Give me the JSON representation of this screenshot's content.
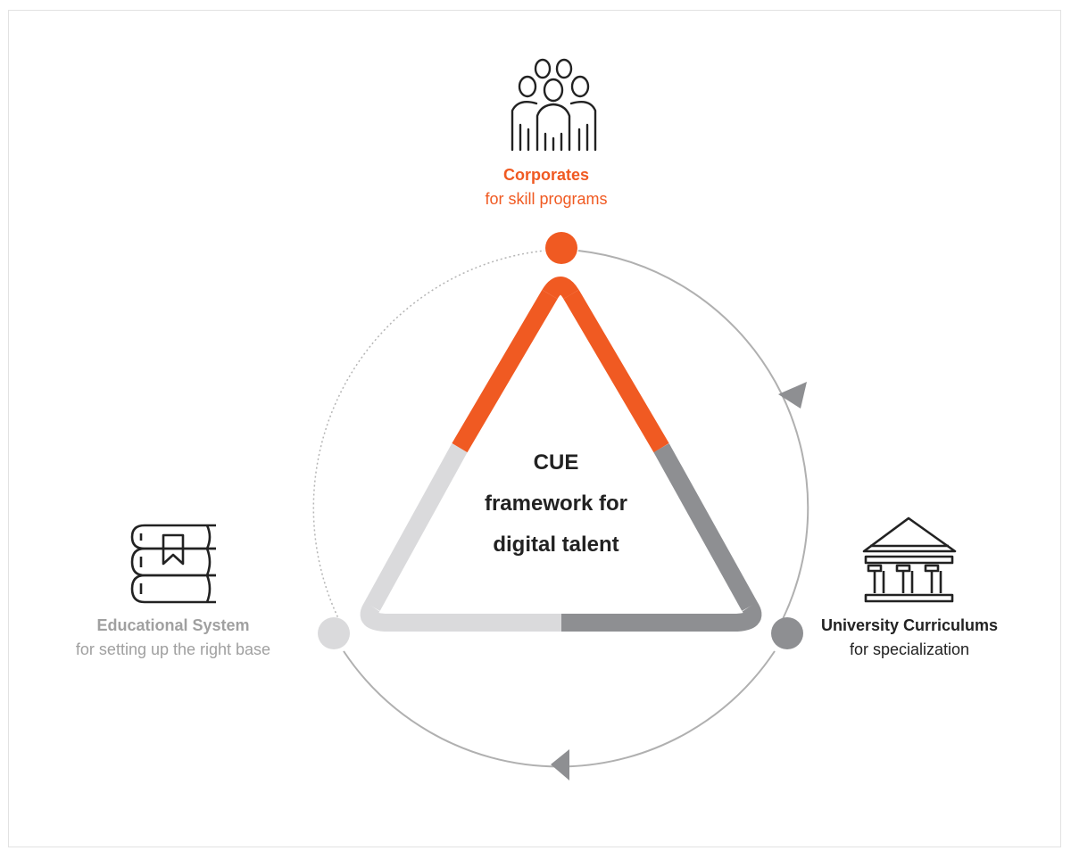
{
  "center": {
    "line1": "CUE",
    "line2": "framework for",
    "line3": "digital talent"
  },
  "nodes": {
    "corporates": {
      "title": "Corporates",
      "subtitle": "for skill programs",
      "icon": "people-group-icon"
    },
    "education": {
      "title": "Educational System",
      "subtitle": "for setting up the right base",
      "icon": "books-stack-icon"
    },
    "university": {
      "title": "University Curriculums",
      "subtitle": "for specialization",
      "icon": "university-building-icon"
    }
  },
  "colors": {
    "accent": "#f05a22",
    "dark_gray": "#8e8f92",
    "light_gray": "#dadadc",
    "text_dark": "#222222",
    "text_light": "#a0a0a0"
  }
}
